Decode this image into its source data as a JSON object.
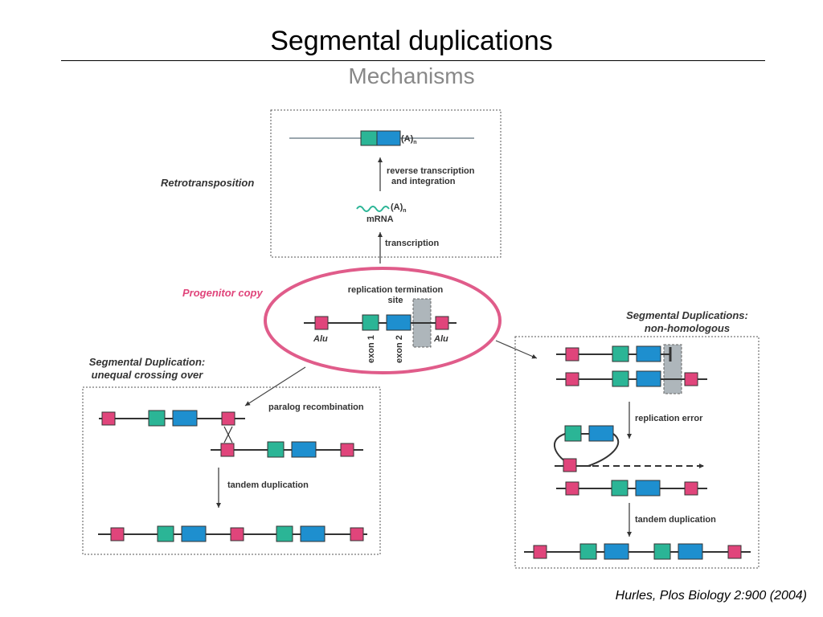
{
  "slide": {
    "title": "Segmental duplications",
    "subtitle": "Mechanisms",
    "citation": "Hurles, Plos Biology 2:900 (2004)"
  },
  "colors": {
    "pink": "#e0457b",
    "teal": "#2bb596",
    "blue": "#1e8fcf",
    "grey_site": "#aeb6bb",
    "ellipse": "#e05c8a",
    "progenitor_label": "#e0457b"
  },
  "figure": {
    "retrotransposition": {
      "label": "Retrotransposition",
      "poly_a": "(A)",
      "poly_a_sub": "n",
      "step_reverse_1": "reverse transcription",
      "step_reverse_2": "and integration",
      "mrna_poly_a": "(A)",
      "mrna_poly_a_sub": "n",
      "mrna": "mRNA",
      "transcription": "transcription"
    },
    "progenitor": {
      "label": "Progenitor copy",
      "site_line1": "replication termination",
      "site_line2": "site",
      "alu_left": "Alu",
      "alu_right": "Alu",
      "exon1": "exon 1",
      "exon2": "exon 2"
    },
    "unequal": {
      "title_line1": "Segmental Duplication:",
      "title_line2": "unequal crossing over",
      "paralog": "paralog recombination",
      "tandem": "tandem duplication"
    },
    "nonhomologous": {
      "title_line1": "Segmental Duplications:",
      "title_line2": "non-homologous",
      "replication_error": "replication error",
      "tandem": "tandem duplication"
    }
  }
}
